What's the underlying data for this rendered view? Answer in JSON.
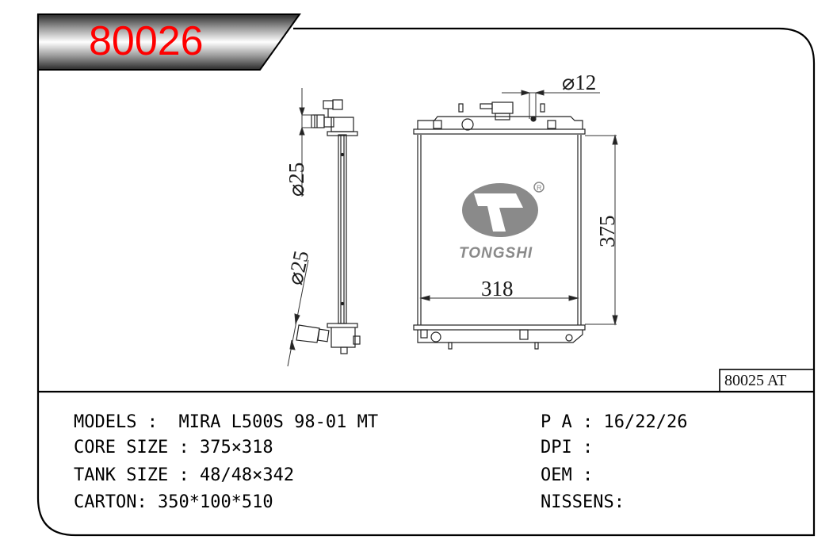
{
  "header": {
    "part_number": "80026"
  },
  "drawing": {
    "side_view": {
      "inlet_diameter_label": "⌀25",
      "outlet_diameter_label": "⌀25"
    },
    "front_view": {
      "drain_diameter_label": "⌀12",
      "core_height_label": "375",
      "core_width_label": "318"
    },
    "logo": {
      "brand": "TONGSHI",
      "registered_mark": "®",
      "color": "#8a8a8a"
    },
    "reference_box": "80025 AT"
  },
  "specs": {
    "left": [
      {
        "label": "MODELS :  ",
        "value": "MIRA L500S 98-01 MT"
      },
      {
        "label": "CORE SIZE : ",
        "value": "375×318"
      },
      {
        "label": "TANK SIZE : ",
        "value": "48/48×342"
      },
      {
        "label": "CARTON: ",
        "value": "350*100*510"
      }
    ],
    "right": [
      {
        "label": "P A : ",
        "value": "16/22/26"
      },
      {
        "label": "DPI : ",
        "value": ""
      },
      {
        "label": "OEM : ",
        "value": ""
      },
      {
        "label": "NISSENS:",
        "value": ""
      }
    ]
  },
  "colors": {
    "title_red": "#ff0000",
    "line": "#000000",
    "drawing_line": "#222222"
  }
}
